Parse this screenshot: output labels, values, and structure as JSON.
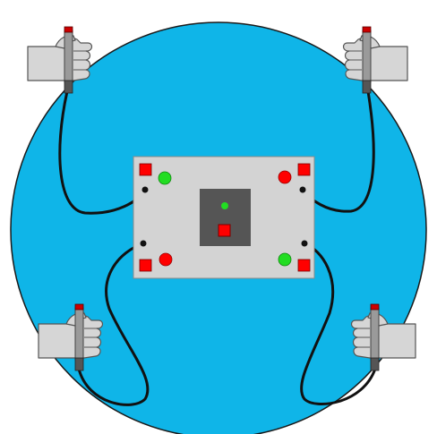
{
  "colors": {
    "background": "#ffffff",
    "disc": "#0fb5e8",
    "disc_outline": "#1a1a1a",
    "panel": "#d3d3d3",
    "panel_outline": "#8a8a8a",
    "center_unit": "#555555",
    "button_square": "#ff0000",
    "light_green": "#22dd22",
    "light_red": "#ff0000",
    "cable": "#111111",
    "hand": "#d6d6d6",
    "hand_outline": "#555555",
    "trigger_tip": "#cc0000"
  },
  "icons": {
    "hand": "hand-holding-trigger-icon",
    "button": "red-square-button-icon",
    "light": "round-indicator-light-icon"
  },
  "stations": [
    {
      "id": "top-left",
      "light": "green"
    },
    {
      "id": "top-right",
      "light": "red"
    },
    {
      "id": "bottom-left",
      "light": "red"
    },
    {
      "id": "bottom-right",
      "light": "green"
    }
  ],
  "center_unit": {
    "indicator": "green",
    "button": "red"
  }
}
